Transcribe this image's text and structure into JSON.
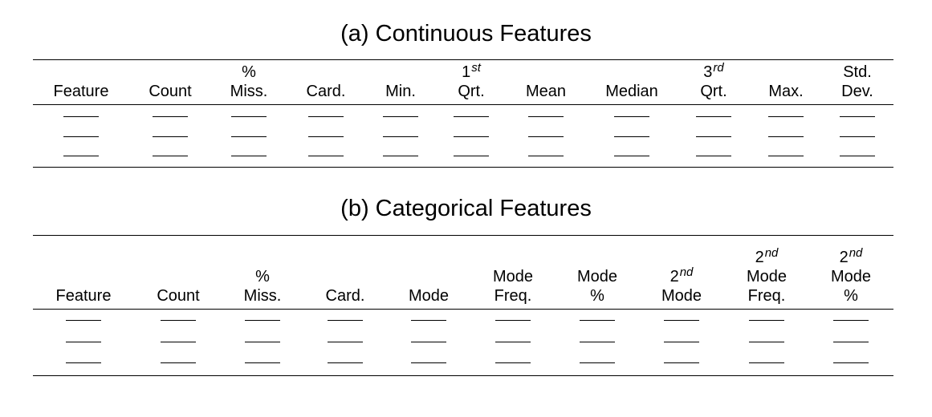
{
  "tables": [
    {
      "caption": "(a) Continuous Features",
      "columns": [
        {
          "lines": [
            {
              "base": "Feature"
            }
          ]
        },
        {
          "lines": [
            {
              "base": "Count"
            }
          ]
        },
        {
          "lines": [
            {
              "base": "%"
            },
            {
              "base": "Miss."
            }
          ]
        },
        {
          "lines": [
            {
              "base": "Card."
            }
          ]
        },
        {
          "lines": [
            {
              "base": "Min."
            }
          ]
        },
        {
          "lines": [
            {
              "base": "1",
              "sup": "st"
            },
            {
              "base": "Qrt."
            }
          ]
        },
        {
          "lines": [
            {
              "base": "Mean"
            }
          ]
        },
        {
          "lines": [
            {
              "base": "Median"
            }
          ]
        },
        {
          "lines": [
            {
              "base": "3",
              "sup": "rd"
            },
            {
              "base": "Qrt."
            }
          ]
        },
        {
          "lines": [
            {
              "base": "Max."
            }
          ]
        },
        {
          "lines": [
            {
              "base": "Std."
            },
            {
              "base": "Dev."
            }
          ]
        }
      ],
      "blank_rows": 3
    },
    {
      "caption": "(b) Categorical Features",
      "columns": [
        {
          "lines": [
            {
              "base": "Feature"
            }
          ]
        },
        {
          "lines": [
            {
              "base": "Count"
            }
          ]
        },
        {
          "lines": [
            {
              "base": "%"
            },
            {
              "base": "Miss."
            }
          ]
        },
        {
          "lines": [
            {
              "base": "Card."
            }
          ]
        },
        {
          "lines": [
            {
              "base": "Mode"
            }
          ]
        },
        {
          "lines": [
            {
              "base": "Mode"
            },
            {
              "base": "Freq."
            }
          ]
        },
        {
          "lines": [
            {
              "base": "Mode"
            },
            {
              "base": "%"
            }
          ]
        },
        {
          "lines": [
            {
              "base": "2",
              "sup": "nd"
            },
            {
              "base": "Mode"
            }
          ]
        },
        {
          "lines": [
            {
              "base": "2",
              "sup": "nd"
            },
            {
              "base": "Mode"
            },
            {
              "base": "Freq."
            }
          ]
        },
        {
          "lines": [
            {
              "base": "2",
              "sup": "nd"
            },
            {
              "base": "Mode"
            },
            {
              "base": "%"
            }
          ]
        }
      ],
      "blank_rows": 3
    }
  ]
}
